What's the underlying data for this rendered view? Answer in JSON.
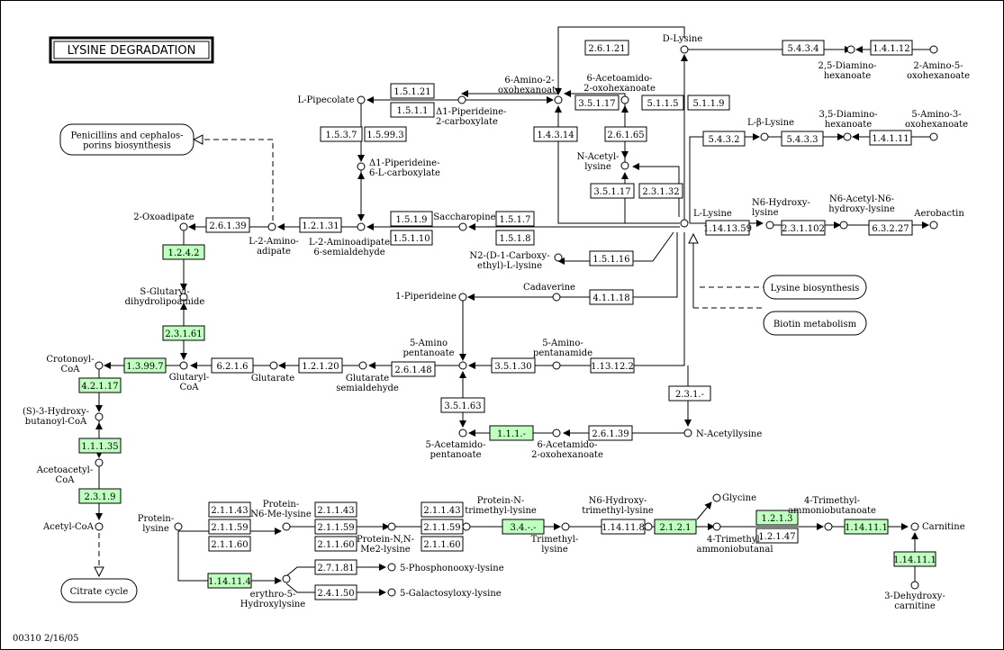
{
  "map_title": "LYSINE DEGRADATION",
  "map_id_date": "00310  2/16/05",
  "colors": {
    "enzyme_found": "#bfffbf",
    "enzyme_default": "#ffffff",
    "line": "#000000",
    "border": "#000000"
  },
  "pathways": {
    "penicillins": [
      "Penicillins and cephalos-",
      "porins biosynthesis"
    ],
    "lysine_bio": [
      "Lysine biosynthesis"
    ],
    "biotin": [
      "Biotin metabolism"
    ],
    "citrate": [
      "Citrate cycle"
    ]
  },
  "compounds": {
    "d_lysine": [
      "D-Lysine"
    ],
    "diaminohex": [
      "2,5-Diamino-",
      "hexanoate"
    ],
    "amino5oxo": [
      "2-Amino-5-",
      "oxohexanoate"
    ],
    "amino2oxo": [
      "6-Amino-2-",
      "oxohexanoate"
    ],
    "acetamido2oxo_top": [
      "6-Acetoamido-",
      "2-oxohexanoate"
    ],
    "pipecolate": [
      "L-Pipecolate"
    ],
    "piperideine2carb": [
      "Δ1-Piperideine-",
      "2-carboxylate"
    ],
    "piperideine6carb": [
      "Δ1-Piperideine-",
      "6-L-carboxylate"
    ],
    "l_beta_lysine": [
      "L-β-Lysine"
    ],
    "diamino35": [
      "3,5-Diamino-",
      "hexanoate"
    ],
    "amino5oxo3": [
      "5-Amino-3-",
      "oxohexanoate"
    ],
    "n_acetyl_lysine": [
      "N-Acetyl-",
      "lysine"
    ],
    "oxoadipate": [
      "2-Oxoadipate"
    ],
    "aminoadipate": [
      "L-2-Amino-",
      "adipate"
    ],
    "aminoadipate_semi": [
      "L-2-Aminoadipate",
      "6-semialdehyde"
    ],
    "saccharopine": [
      "Saccharopine"
    ],
    "l_lysine": [
      "L-Lysine"
    ],
    "n6_hydroxy_lysine": [
      "N6-Hydroxy-",
      "lysine"
    ],
    "n6_acetyl_n6": [
      "N6-Acetyl-N6-",
      "hydroxy-lysine"
    ],
    "aerobactin": [
      "Aerobactin"
    ],
    "n2_carboxyethyl": [
      "N2-(D-1-Carboxy-",
      "ethyl)-L-lysine"
    ],
    "glutaryl_lipoamide": [
      "S-Glutaryl-",
      "dihydrolipoamide"
    ],
    "piperideine1": [
      "1-Piperideine"
    ],
    "cadaverine": [
      "Cadaverine"
    ],
    "crotonoyl": [
      "Crotonoyl-",
      "CoA"
    ],
    "glutaryl_coa": [
      "Glutaryl-",
      "CoA"
    ],
    "glutarate": [
      "Glutarate"
    ],
    "glutarate_semi": [
      "Glutarate",
      "semialdehyde"
    ],
    "amino_pentanoate": [
      "5-Amino",
      "pentanoate"
    ],
    "amino_pentanamide": [
      "5-Amino-",
      "pentanamide"
    ],
    "hydroxybutanoyl": [
      "(S)-3-Hydroxy-",
      "butanoyl-CoA"
    ],
    "acetoacetyl": [
      "Acetoacetyl-",
      "CoA"
    ],
    "acetyl_coa": [
      "Acetyl-CoA"
    ],
    "acetamido_pentanoate": [
      "5-Acetamido-",
      "pentanoate"
    ],
    "acetamido_oxohex": [
      "6-Acetamido-",
      "2-oxohexanoate"
    ],
    "n_acetyllysine": [
      "N-Acetyllysine"
    ],
    "protein_lysine": [
      "Protein-",
      "lysine"
    ],
    "protein_n6me": [
      "Protein-",
      "N6-Me-lysine"
    ],
    "protein_nn_me2": [
      "Protein-N,N-",
      "Me2-lysine"
    ],
    "protein_trimethyl": [
      "Protein-N-",
      "trimethyl-lysine"
    ],
    "trimethyl_lysine": [
      "Trimethyl-",
      "lysine"
    ],
    "n6_hydroxy_trimethyl": [
      "N6-Hydroxy-",
      "trimethyl-lysine"
    ],
    "glycine": [
      "Glycine"
    ],
    "trimethyl_aminobutanal": [
      "4-Trimethyl-",
      "ammoniobutanal"
    ],
    "trimethyl_aminobutanoate": [
      "4-Trimethyl-",
      "ammoniobutanoate"
    ],
    "carnitine": [
      "Carnitine"
    ],
    "dehydroxy_carnitine": [
      "3-Dehydroxy-",
      "carnitine"
    ],
    "erythro_hydroxylysine": [
      "erythro-5-",
      "Hydroxylysine"
    ],
    "phosphonooxy": [
      "5-Phosphonooxy-lysine"
    ],
    "galactosyloxy": [
      "5-Galactosyloxy-lysine"
    ]
  },
  "enzymes": {
    "e_2_6_1_21": {
      "label": "2.6.1.21",
      "found": false
    },
    "e_5_4_3_4": {
      "label": "5.4.3.4",
      "found": false
    },
    "e_1_4_1_12": {
      "label": "1.4.1.12",
      "found": false
    },
    "e_1_5_1_21": {
      "label": "1.5.1.21",
      "found": false
    },
    "e_1_5_1_1": {
      "label": "1.5.1.1",
      "found": false
    },
    "e_3_5_1_17a": {
      "label": "3.5.1.17",
      "found": false
    },
    "e_5_1_1_5": {
      "label": "5.1.1.5",
      "found": false
    },
    "e_5_1_1_9": {
      "label": "5.1.1.9",
      "found": false
    },
    "e_1_5_3_7": {
      "label": "1.5.3.7",
      "found": false
    },
    "e_1_5_99_3": {
      "label": "1.5.99.3",
      "found": false
    },
    "e_1_4_3_14": {
      "label": "1.4.3.14",
      "found": false
    },
    "e_2_6_1_65": {
      "label": "2.6.1.65",
      "found": false
    },
    "e_5_4_3_2": {
      "label": "5.4.3.2",
      "found": false
    },
    "e_5_4_3_3": {
      "label": "5.4.3.3",
      "found": false
    },
    "e_1_4_1_11": {
      "label": "1.4.1.11",
      "found": false
    },
    "e_3_5_1_17b": {
      "label": "3.5.1.17",
      "found": false
    },
    "e_2_3_1_32": {
      "label": "2.3.1.32",
      "found": false
    },
    "e_2_6_1_39a": {
      "label": "2.6.1.39",
      "found": false
    },
    "e_1_2_1_31": {
      "label": "1.2.1.31",
      "found": false
    },
    "e_1_5_1_9": {
      "label": "1.5.1.9",
      "found": false
    },
    "e_1_5_1_7": {
      "label": "1.5.1.7",
      "found": false
    },
    "e_1_5_1_10": {
      "label": "1.5.1.10",
      "found": false
    },
    "e_1_5_1_8": {
      "label": "1.5.1.8",
      "found": false
    },
    "e_1_14_13_59": {
      "label": "1.14.13.59",
      "found": false
    },
    "e_2_3_1_102": {
      "label": "2.3.1.102",
      "found": false
    },
    "e_6_3_2_27": {
      "label": "6.3.2.27",
      "found": false
    },
    "e_1_2_4_2": {
      "label": "1.2.4.2",
      "found": true
    },
    "e_1_5_1_16": {
      "label": "1.5.1.16",
      "found": false
    },
    "e_4_1_1_18": {
      "label": "4.1.1.18",
      "found": false
    },
    "e_2_3_1_61": {
      "label": "2.3.1.61",
      "found": true
    },
    "e_1_3_99_7": {
      "label": "1.3.99.7",
      "found": true
    },
    "e_6_2_1_6": {
      "label": "6.2.1.6",
      "found": false
    },
    "e_1_2_1_20": {
      "label": "1.2.1.20",
      "found": false
    },
    "e_2_6_1_48": {
      "label": "2.6.1.48",
      "found": false
    },
    "e_3_5_1_30": {
      "label": "3.5.1.30",
      "found": false
    },
    "e_1_13_12_2": {
      "label": "1.13.12.2",
      "found": false
    },
    "e_4_2_1_17": {
      "label": "4.2.1.17",
      "found": true
    },
    "e_2_3_1_dash": {
      "label": "2.3.1.-",
      "found": false
    },
    "e_3_5_1_63": {
      "label": "3.5.1.63",
      "found": false
    },
    "e_1_1_1_35": {
      "label": "1.1.1.35",
      "found": true
    },
    "e_1_1_1_dash": {
      "label": "1.1.1.-",
      "found": true
    },
    "e_2_6_1_39b": {
      "label": "2.6.1.39",
      "found": false
    },
    "e_2_3_1_9": {
      "label": "2.3.1.9",
      "found": true
    },
    "e_2_1_1_43a": {
      "label": "2.1.1.43",
      "found": false
    },
    "e_2_1_1_59a": {
      "label": "2.1.1.59",
      "found": false
    },
    "e_2_1_1_60a": {
      "label": "2.1.1.60",
      "found": false
    },
    "e_2_1_1_43b": {
      "label": "2.1.1.43",
      "found": false
    },
    "e_2_1_1_59b": {
      "label": "2.1.1.59",
      "found": false
    },
    "e_2_1_1_60b": {
      "label": "2.1.1.60",
      "found": false
    },
    "e_2_1_1_43c": {
      "label": "2.1.1.43",
      "found": false
    },
    "e_2_1_1_59c": {
      "label": "2.1.1.59",
      "found": false
    },
    "e_2_1_1_60c": {
      "label": "2.1.1.60",
      "found": false
    },
    "e_3_4_dash": {
      "label": "3.4.-.-",
      "found": true
    },
    "e_1_14_11_8": {
      "label": "1.14.11.8",
      "found": false
    },
    "e_2_1_2_1": {
      "label": "2.1.2.1",
      "found": true
    },
    "e_1_2_1_3": {
      "label": "1.2.1.3",
      "found": true
    },
    "e_1_2_1_47": {
      "label": "1.2.1.47",
      "found": false
    },
    "e_1_14_11_1a": {
      "label": "1.14.11.1",
      "found": true
    },
    "e_1_14_11_1b": {
      "label": "1.14.11.1",
      "found": true
    },
    "e_1_14_11_4": {
      "label": "1.14.11.4",
      "found": true
    },
    "e_2_7_1_81": {
      "label": "2.7.1.81",
      "found": false
    },
    "e_2_4_1_50": {
      "label": "2.4.1.50",
      "found": false
    }
  }
}
